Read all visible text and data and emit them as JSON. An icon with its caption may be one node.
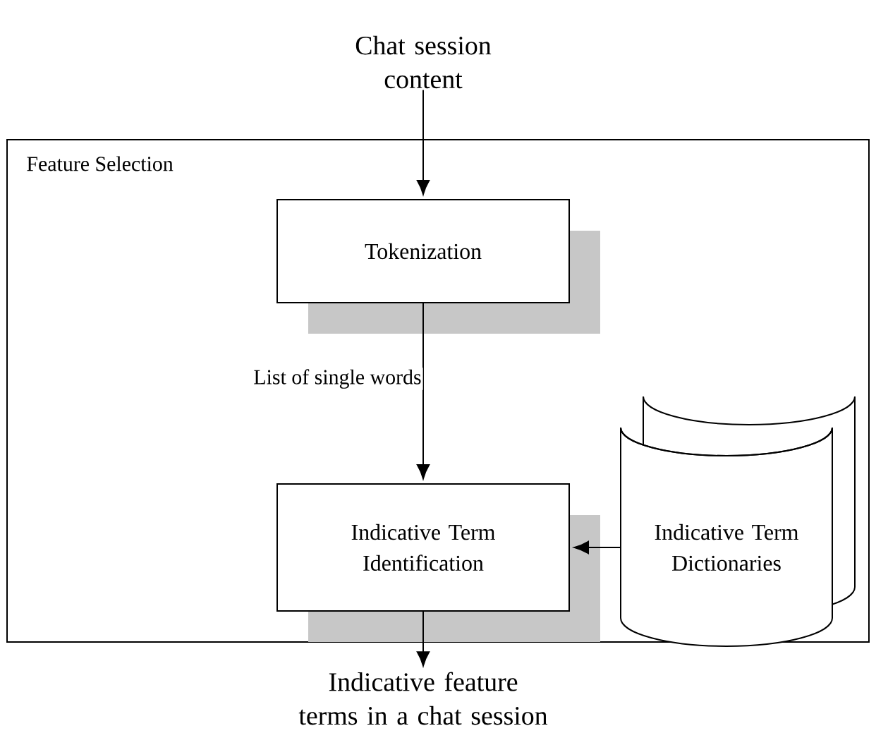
{
  "diagram": {
    "nodes": [
      {
        "text": [
          "Chat session content"
        ]
      },
      {
        "text": [
          "Feature Selection"
        ]
      },
      {
        "text": [
          "Tokenization"
        ],
        "in": 1
      },
      {
        "text": [
          "Indicative Term Identification"
        ],
        "in": 1
      },
      {
        "text": [
          "Indicative Term Dictionaries"
        ],
        "in": 1
      },
      {
        "text": [
          "Indicative feature terms in a chat session"
        ]
      }
    ],
    "edges": [
      {
        "from": 0,
        "to": 2,
        "arrow": "to"
      },
      {
        "from": 2,
        "to": 3,
        "arrow": "to",
        "label": "List of single words"
      },
      {
        "from": 4,
        "to": 3,
        "arrow": "to"
      },
      {
        "from": 3,
        "to": 5,
        "arrow": "to"
      }
    ]
  }
}
